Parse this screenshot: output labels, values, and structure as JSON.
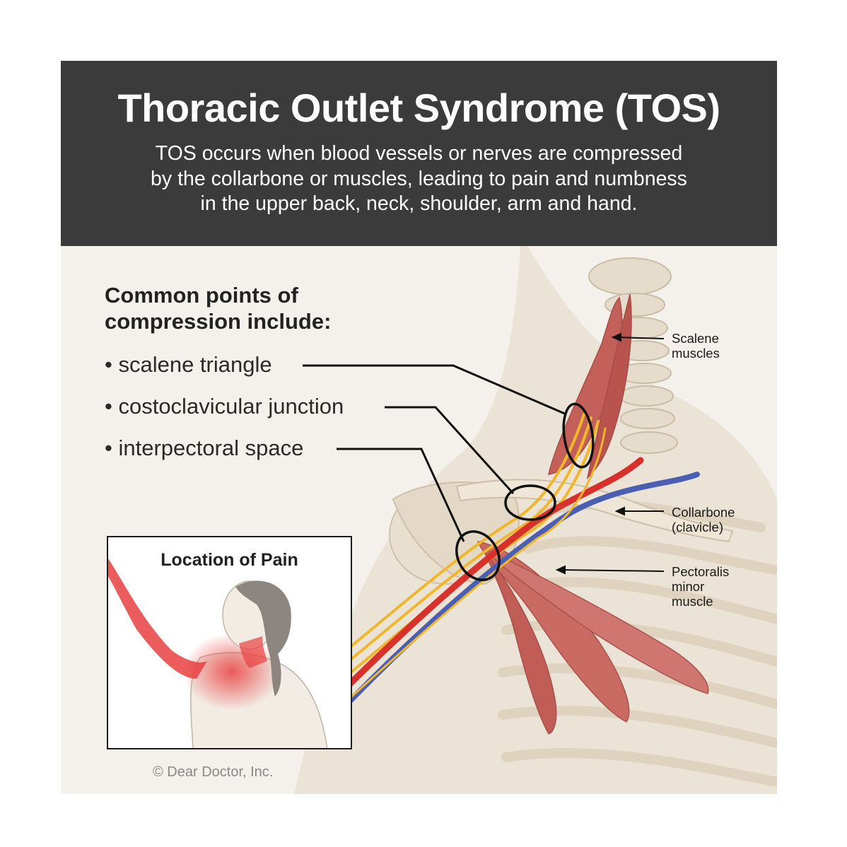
{
  "header": {
    "title": "Thoracic Outlet Syndrome (TOS)",
    "subtitle_lines": [
      "TOS occurs when blood vessels or nerves are compressed",
      "by the collarbone or muscles, leading to pain and numbness",
      "in the upper back, neck, shoulder, arm and hand."
    ]
  },
  "compression": {
    "heading_lines": [
      "Common points of",
      "compression include:"
    ],
    "points": [
      "• scalene triangle",
      "• costoclavicular junction",
      "• interpectoral space"
    ]
  },
  "labels": {
    "scalene": [
      "Scalene",
      "muscles"
    ],
    "collarbone": [
      "Collarbone",
      "(clavicle)"
    ],
    "pectoralis": [
      "Pectoralis",
      "minor",
      "muscle"
    ]
  },
  "inset": {
    "title": "Location of Pain"
  },
  "credit": "© Dear Doctor, Inc.",
  "colors": {
    "header_bg": "#3b3b3b",
    "muscle": "#c4605a",
    "artery": "#d8312c",
    "vein": "#4a5fb3",
    "nerve": "#f0b62c",
    "bone": "#e3d8c7",
    "pain": "#e8403f"
  }
}
